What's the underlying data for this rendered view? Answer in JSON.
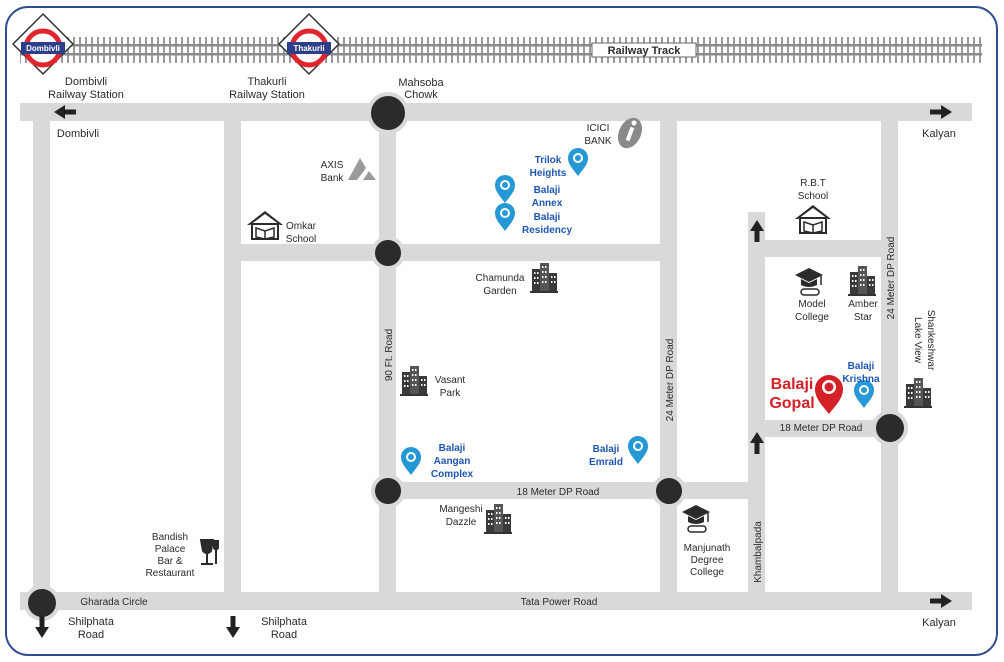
{
  "colors": {
    "road": "#d9d9d9",
    "frame": "#2f4d8f",
    "blue_pin": "#2598d6",
    "red_pin": "#d42027",
    "blue_text": "#1e56b3",
    "station_ring": "#e0262c",
    "station_bar": "#2d3f8a"
  },
  "railway": {
    "label": "Railway Track"
  },
  "stations": [
    {
      "badge": "Dombivli",
      "line1": "Dombivli",
      "line2": "Railway Station"
    },
    {
      "badge": "Thakurli",
      "line1": "Thakurli",
      "line2": "Railway Station"
    }
  ],
  "roads": {
    "top_left": "Dombivli",
    "top_right": "Kalyan",
    "bottom_right": "Kalyan",
    "ninety_ft": "90 Ft. Road",
    "dp24_center": "24 Meter DP Road",
    "dp24_right": "24 Meter DP Road",
    "dp18_center": "18 Meter DP Road",
    "dp18_right": "18 Meter DP Road",
    "tata_power": "Tata Power Road",
    "gharada": "Gharada Circle",
    "khambalpada": "Khambalpada",
    "shilphata1_line1": "Shilphata",
    "shilphata1_line2": "Road",
    "shilphata2_line1": "Shilphata",
    "shilphata2_line2": "Road",
    "mahsoba_line1": "Mahsoba",
    "mahsoba_line2": "Chowk"
  },
  "landmarks": {
    "icici_line1": "ICICI",
    "icici_line2": "BANK",
    "axis_line1": "AXIS",
    "axis_line2": "Bank",
    "omkar_line1": "Omkar",
    "omkar_line2": "School",
    "chamunda_line1": "Chamunda",
    "chamunda_line2": "Garden",
    "vasant_line1": "Vasant",
    "vasant_line2": "Park",
    "mangeshi_line1": "Mangeshi",
    "mangeshi_line2": "Dazzle",
    "bandish_line1": "Bandish",
    "bandish_line2": "Palace",
    "bandish_line3": "Bar &",
    "bandish_line4": "Restaurant",
    "manjunath_line1": "Manjunath",
    "manjunath_line2": "Degree",
    "manjunath_line3": "College",
    "rbt_line1": "R.B.T",
    "rbt_line2": "School",
    "model_line1": "Model",
    "model_line2": "College",
    "amber_line1": "Amber",
    "amber_line2": "Star",
    "shankeshwar_line1": "Shankeshwar",
    "shankeshwar_line2": "Lake View"
  },
  "projects": {
    "trilok_line1": "Trilok",
    "trilok_line2": "Heights",
    "annex_line1": "Balaji",
    "annex_line2": "Annex",
    "residency_line1": "Balaji",
    "residency_line2": "Residency",
    "aangan_line1": "Balaji",
    "aangan_line2": "Aangan",
    "aangan_line3": "Complex",
    "emrald_line1": "Balaji",
    "emrald_line2": "Emrald",
    "krishna_line1": "Balaji",
    "krishna_line2": "Krishna",
    "gopal_line1": "Balaji",
    "gopal_line2": "Gopal"
  }
}
